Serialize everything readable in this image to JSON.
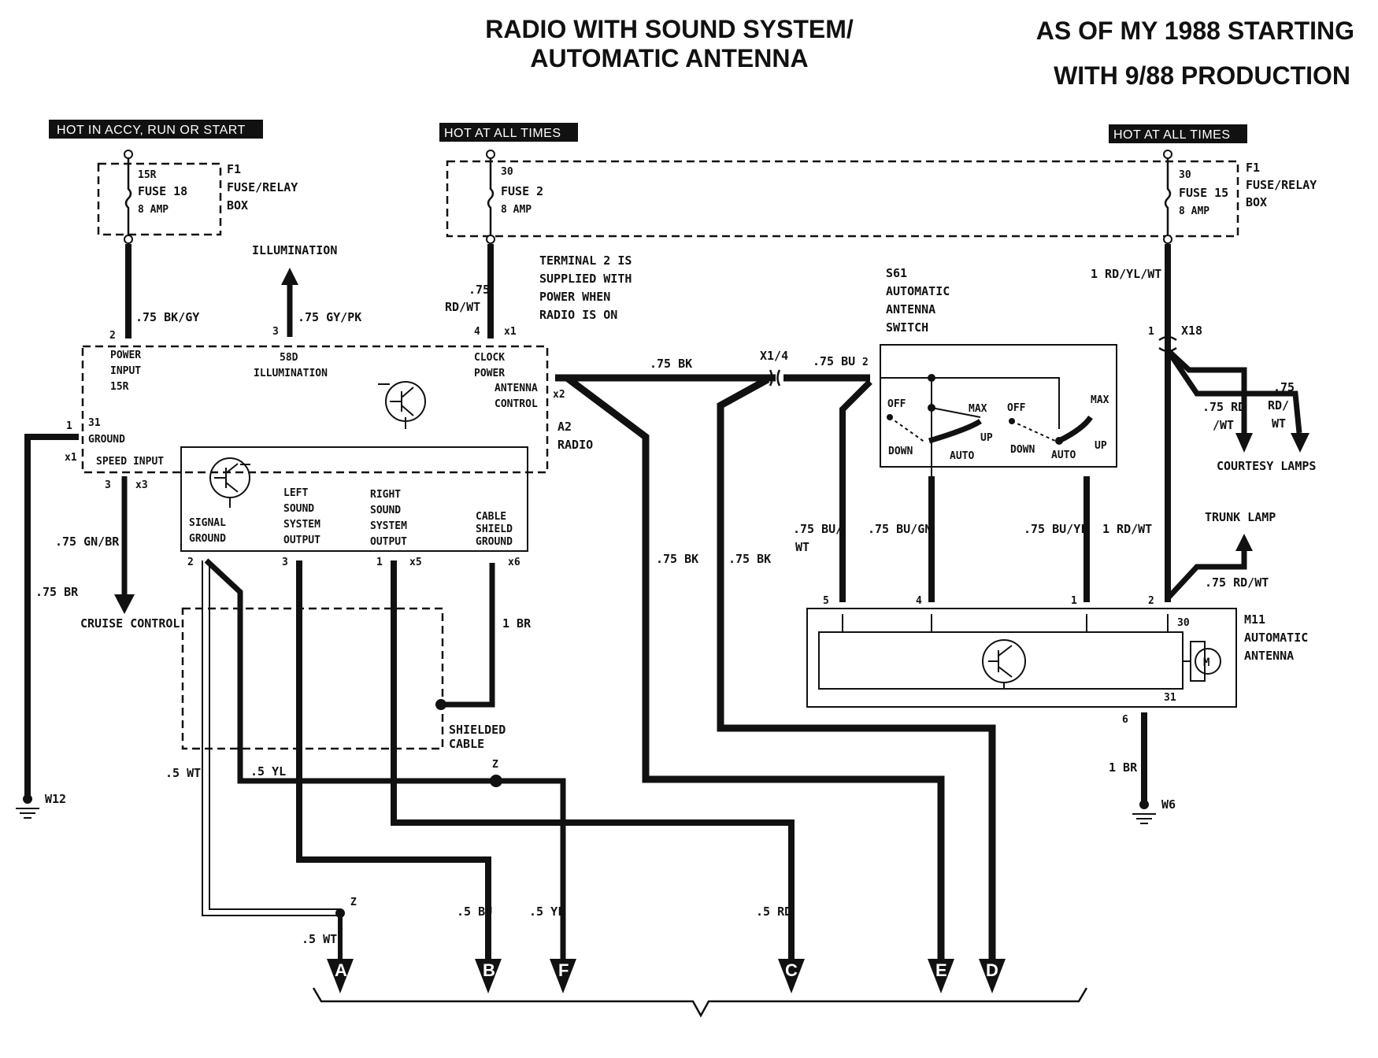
{
  "title": {
    "line1": "RADIO WITH SOUND SYSTEM/",
    "line2": "AUTOMATIC ANTENNA",
    "right1": "AS OF MY 1988 STARTING",
    "right2": "WITH 9/88 PRODUCTION"
  },
  "headers": {
    "left": "HOT IN ACCY, RUN OR START",
    "mid": "HOT AT ALL TIMES",
    "right": "HOT AT ALL TIMES"
  },
  "fuses": {
    "f18": {
      "term": "15R",
      "name": "FUSE 18",
      "amp": "8 AMP"
    },
    "f2": {
      "term": "30",
      "name": "FUSE 2",
      "amp": "8 AMP"
    },
    "f15": {
      "term": "30",
      "name": "FUSE 15",
      "amp": "8 AMP"
    },
    "box_id": "F1",
    "box_l1": "FUSE/RELAY",
    "box_l2": "BOX"
  },
  "labels": {
    "illumination": "ILLUMINATION",
    "terminal_note": [
      "TERMINAL 2 IS",
      "SUPPLIED WITH",
      "POWER WHEN",
      "RADIO IS ON"
    ],
    "s61": [
      "S61",
      "AUTOMATIC",
      "ANTENNA",
      "SWITCH"
    ],
    "a2": [
      "A2",
      "RADIO"
    ],
    "m11": [
      "M11",
      "AUTOMATIC",
      "ANTENNA"
    ],
    "courtesy": "COURTESY LAMPS",
    "trunk": "TRUNK LAMP",
    "cruise": "CRUISE CONTROL",
    "shielded": [
      "SHIELDED",
      "CABLE"
    ],
    "w12": "W12",
    "w6": "W6",
    "x18": "X18",
    "x1_4": "X1/4"
  },
  "radio_pins": {
    "power": [
      "POWER",
      "INPUT",
      "15R"
    ],
    "illum": [
      "58D",
      "ILLUMINATION"
    ],
    "clock": [
      "CLOCK",
      "POWER"
    ],
    "ant": [
      "ANTENNA",
      "CONTROL"
    ],
    "ground": "GROUND",
    "speed": "SPEED INPUT",
    "sig": [
      "SIGNAL",
      "GROUND"
    ],
    "left": [
      "LEFT",
      "SOUND",
      "SYSTEM",
      "OUTPUT"
    ],
    "right": [
      "RIGHT",
      "SOUND",
      "SYSTEM",
      "OUTPUT"
    ],
    "cable": [
      "CABLE",
      "SHIELD",
      "GROUND"
    ]
  },
  "switch_labels": {
    "off": "OFF",
    "max": "MAX",
    "up": "UP",
    "down": "DOWN",
    "auto": "AUTO"
  },
  "wires": {
    "bkgy": ".75 BK/GY",
    "gypk": ".75 GY/PK",
    "rdwt_a": ".75",
    "rdwt_b": "RD/WT",
    "bk": ".75 BK",
    "bu": ".75 BU",
    "rdylwt": "1 RD/YL/WT",
    "gnbr": ".75 GN/BR",
    "br75": ".75 BR",
    "br1": "1 BR",
    "buwt_a": ".75 BU/",
    "buwt_b": "WT",
    "bugn": ".75 BU/GN",
    "buyl": ".75 BU/YL",
    "rdwt1": "1 RD/WT",
    "rdwt75": ".75 RD/WT",
    "cl_a": ".75 RD",
    "cl_b": "/WT",
    "cr_a": ".75",
    "cr_b": "RD/",
    "cr_c": "WT",
    "wt5": ".5 WT",
    "yl5": ".5 YL",
    "bu5": ".5 BU",
    "rd5": ".5 RD"
  },
  "splices": {
    "z": "Z"
  },
  "pins": {
    "p2": "2",
    "p3": "3",
    "p4": "4",
    "p1": "1",
    "p5": "5",
    "p6": "6",
    "x1": "x1",
    "x2": "x2",
    "x3": "x3",
    "x5": "x5",
    "x6": "x6",
    "t30": "30",
    "t31": "31"
  },
  "connectors": [
    "A",
    "B",
    "F",
    "C",
    "E",
    "D"
  ]
}
